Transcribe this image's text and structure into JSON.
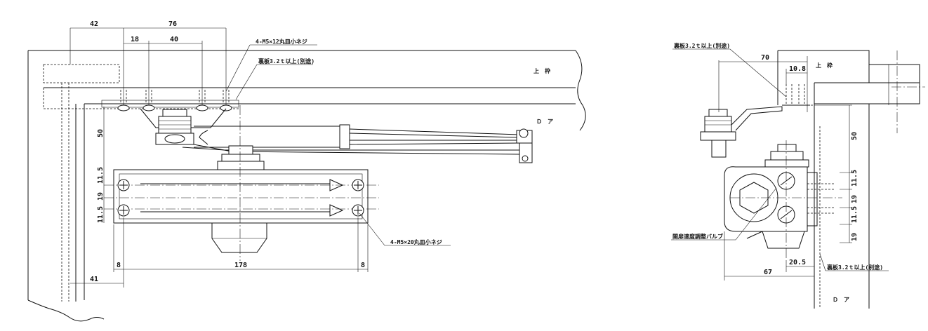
{
  "left_view": {
    "dims": {
      "top_overall": "76",
      "top_left": "42",
      "top_screw_gap": "18",
      "top_screw_span": "40",
      "height_arm": "50",
      "body_v1": "11.5",
      "body_v2": "19",
      "body_v3": "11.5",
      "bottom_left_margin": "8",
      "bottom_width": "178",
      "bottom_right_margin": "8",
      "frame_offset": "41"
    },
    "labels": {
      "screw_top": "4-M5×12丸皿小ネジ",
      "backing_plate": "裏板3.2ｔ以上(別途)",
      "frame": "上　枠",
      "door": "Ｄ　ア",
      "screw_body": "4-M5×20丸皿小ネジ"
    }
  },
  "right_view": {
    "dims": {
      "top_width": "70",
      "top_small": "10.8",
      "height_arm": "50",
      "body_v1": "11.5",
      "body_v2": "19",
      "body_v3": "11.5",
      "body_v4": "19",
      "bottom_offset": "20.5",
      "bottom_width": "67"
    },
    "labels": {
      "backing_plate_top": "裏板3.2ｔ以上(別途)",
      "frame": "上　枠",
      "valve": "開扉速度調整バルブ",
      "backing_plate_bottom": "裏板3.2ｔ以上(別途)",
      "door": "Ｄ　ア"
    }
  }
}
